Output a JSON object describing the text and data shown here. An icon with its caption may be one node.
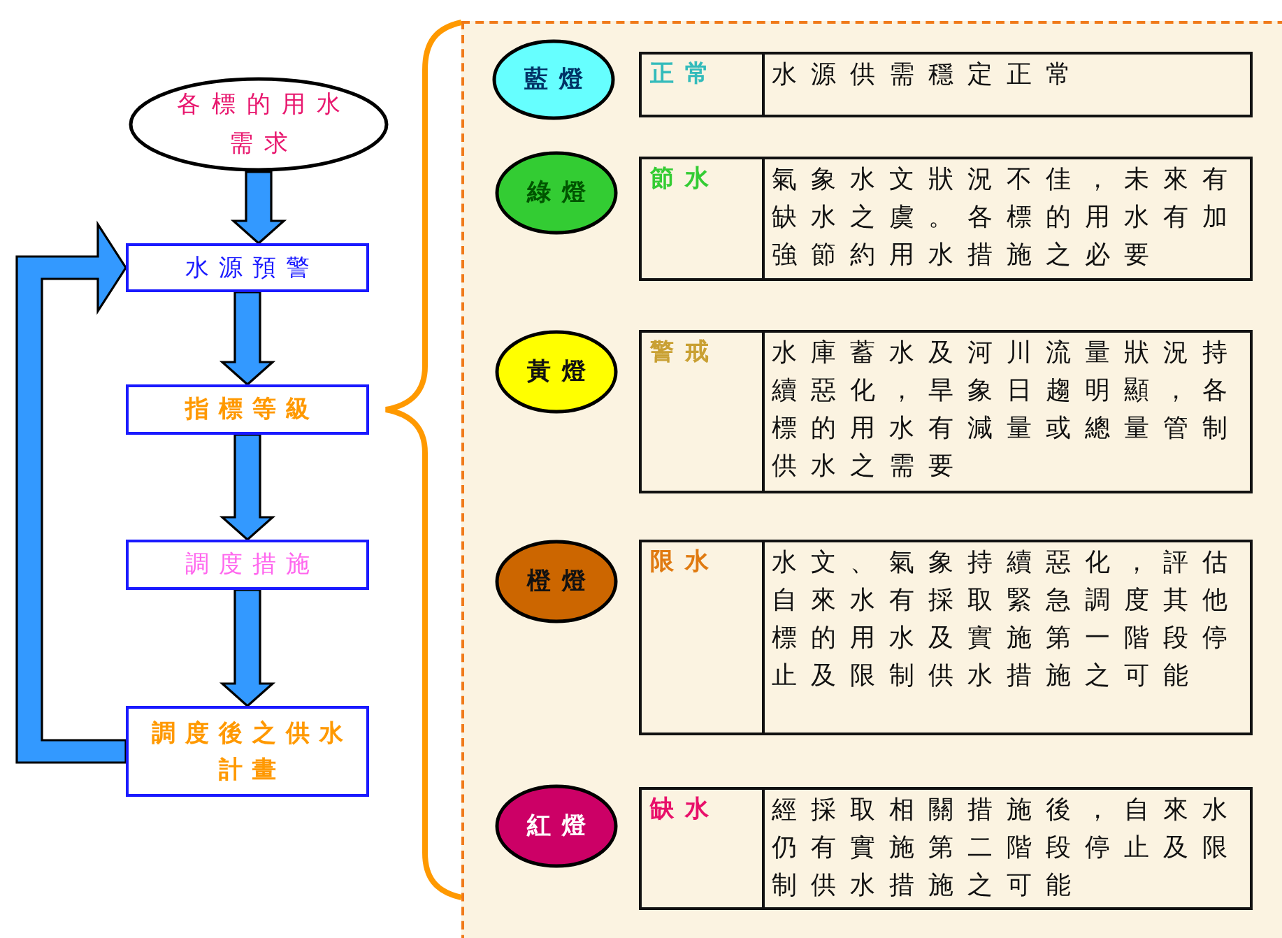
{
  "diagram": {
    "nodes": [
      {
        "text": [
          "各標的用水需求"
        ]
      },
      {
        "text": [
          "水源預警"
        ]
      },
      {
        "text": [
          "指標等級"
        ]
      },
      {
        "text": [
          "調度措施"
        ]
      },
      {
        "text": [
          "調度後之供水計畫"
        ]
      },
      {
        "text": [
          "藍燈"
        ]
      },
      {
        "text": [
          "正常",
          "水源供需穩定正常"
        ]
      },
      {
        "text": [
          "綠燈"
        ]
      },
      {
        "text": [
          "節水",
          "氣象水文狀況不佳，未來有缺水之虞。各標的用水有加強節約用水措施之必要"
        ]
      },
      {
        "text": [
          "黃燈"
        ]
      },
      {
        "text": [
          "警戒",
          "水庫蓄水及河川流量狀況持續惡化，旱象日趨明顯，各標的用水有減量或總量管制供水之需要"
        ]
      },
      {
        "text": [
          "橙燈"
        ]
      },
      {
        "text": [
          "限水",
          "水文、氣象持續惡化，評估自來水有採取緊急調度其他標的用水及實施第一階段停止及限制供水措施之可能"
        ]
      },
      {
        "text": [
          "紅燈"
        ]
      },
      {
        "text": [
          "缺水",
          "經採取相關措施後，自來水仍有實施第二階段停止及限制供水措施之可能"
        ]
      }
    ],
    "edges": [
      {
        "from": 0,
        "to": 1,
        "arrow": "to"
      },
      {
        "from": 1,
        "to": 2,
        "arrow": "to"
      },
      {
        "from": 2,
        "to": 3,
        "arrow": "to"
      },
      {
        "from": 3,
        "to": 4,
        "arrow": "to"
      },
      {
        "from": 4,
        "to": 1,
        "arrow": "to"
      }
    ]
  }
}
